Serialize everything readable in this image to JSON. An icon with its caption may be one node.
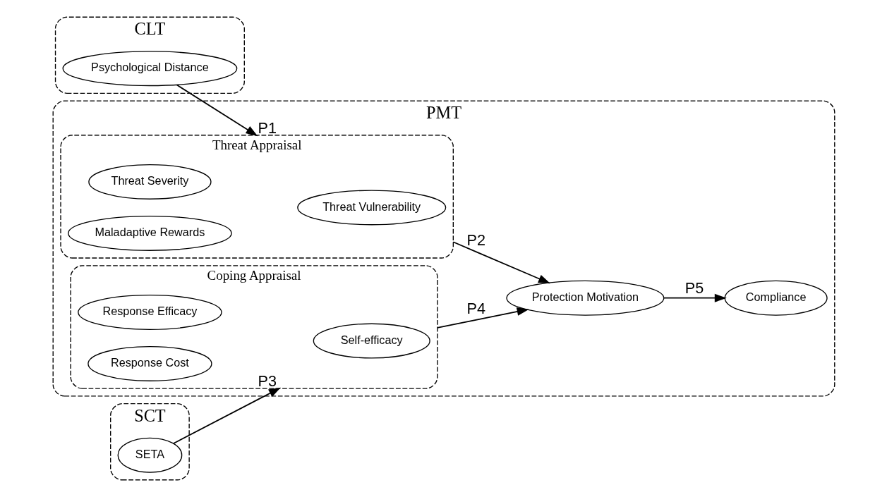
{
  "diagram": {
    "nodes": [
      {
        "text": [
          "CLT"
        ]
      },
      {
        "text": [
          "PMT"
        ]
      },
      {
        "text": [
          "Threat Appraisal"
        ],
        "in": 1
      },
      {
        "text": [
          "Threat Severity"
        ],
        "in": 2
      },
      {
        "text": [
          "Threat Vulnerability"
        ],
        "in": 2
      },
      {
        "text": [
          "Maladaptive Rewards"
        ],
        "in": 2
      },
      {
        "text": [
          "Psychological Distance"
        ],
        "in": 0
      },
      {
        "text": [
          "SCT"
        ]
      },
      {
        "text": [
          "Coping Appraisal"
        ],
        "in": 1
      },
      {
        "text": [
          "Response Efficacy"
        ],
        "in": 8
      },
      {
        "text": [
          "Self-efficacy"
        ],
        "in": 8
      },
      {
        "text": [
          "Response Cost"
        ],
        "in": 8
      },
      {
        "text": [
          "SETA"
        ],
        "in": 7
      },
      {
        "text": [
          "Protection Motivation"
        ],
        "in": 1
      },
      {
        "text": [
          "Compliance"
        ],
        "in": 1
      }
    ],
    "edges": [
      {
        "from": 6,
        "to": 2,
        "arrow": "to",
        "label": "P1"
      },
      {
        "from": 2,
        "to": 13,
        "arrow": "to",
        "label": "P2"
      },
      {
        "from": 12,
        "to": 8,
        "arrow": "to",
        "label": "P3"
      },
      {
        "from": 8,
        "to": 13,
        "arrow": "to",
        "label": "P4"
      },
      {
        "from": 13,
        "to": 14,
        "arrow": "to",
        "label": "P5"
      }
    ]
  }
}
